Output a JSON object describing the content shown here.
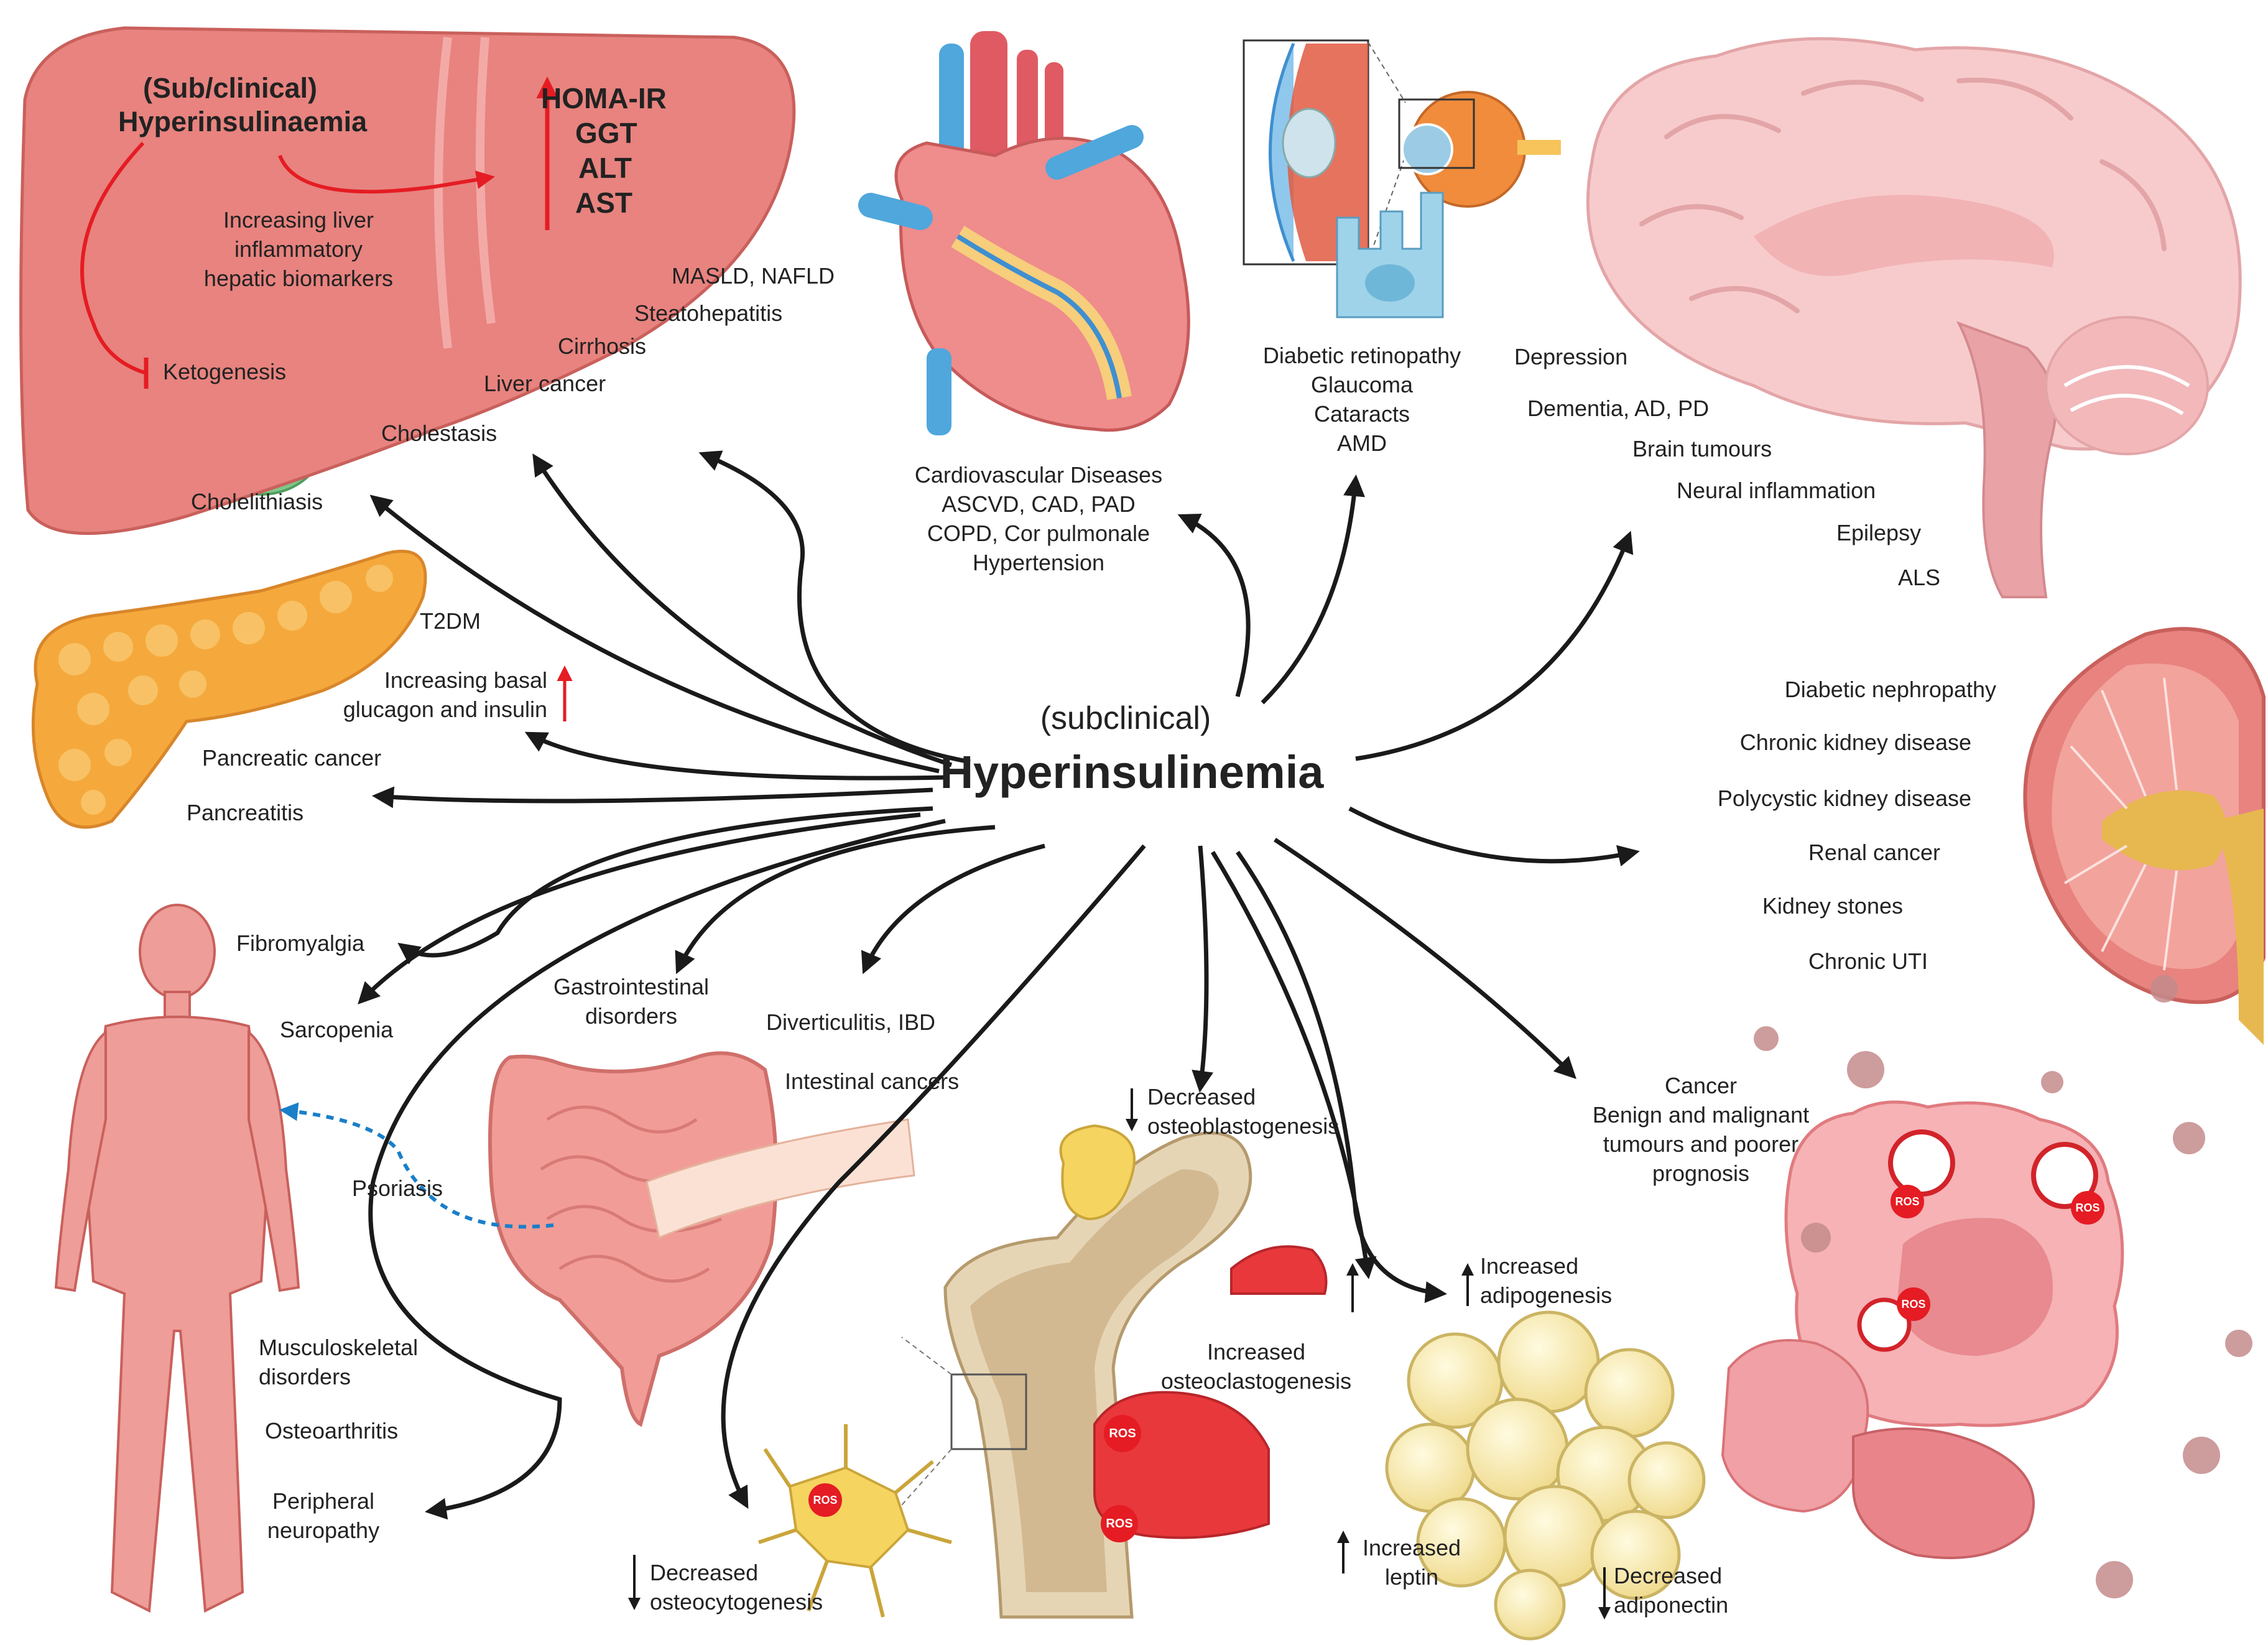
{
  "hub": {
    "qualifier": "(subclinical)",
    "title": "Hyperinsulinemia"
  },
  "liver": {
    "heading": [
      "(Sub/clinical)",
      "Hyperinsulinaemia"
    ],
    "markers": [
      "HOMA-IR",
      "GGT",
      "ALT",
      "AST"
    ],
    "effect": [
      "Increasing liver",
      "inflammatory",
      "hepatic biomarkers"
    ],
    "ketogenesis": "Ketogenesis",
    "conditions": [
      "MASLD, NAFLD",
      "Steatohepatitis",
      "Cirrhosis",
      "Liver cancer",
      "Cholestasis",
      "Cholelithiasis"
    ]
  },
  "heart": {
    "lines": [
      "Cardiovascular Diseases",
      "ASCVD, CAD, PAD",
      "COPD, Cor pulmonale",
      "Hypertension"
    ]
  },
  "eye": {
    "lines": [
      "Diabetic retinopathy",
      "Glaucoma",
      "Cataracts",
      "AMD"
    ]
  },
  "brain": {
    "conditions": [
      "Depression",
      "Dementia, AD, PD",
      "Brain tumours",
      "Neural inflammation",
      "Epilepsy",
      "ALS"
    ]
  },
  "pancreas": {
    "conditions": [
      "T2DM",
      "Pancreatic cancer",
      "Pancreatitis"
    ],
    "basal": [
      "Increasing basal",
      "glucagon and insulin"
    ]
  },
  "kidney": {
    "conditions": [
      "Diabetic nephropathy",
      "Chronic kidney disease",
      "Polycystic kidney disease",
      "Renal cancer",
      "Kidney stones",
      "Chronic UTI"
    ]
  },
  "musculo": {
    "fibromyalgia": "Fibromyalgia",
    "sarcopenia": "Sarcopenia",
    "psoriasis": "Psoriasis",
    "msk": [
      "Musculoskeletal",
      "disorders"
    ],
    "osteoarthritis": "Osteoarthritis",
    "neuropathy": [
      "Peripheral",
      "neuropathy"
    ]
  },
  "gut": {
    "gi": [
      "Gastrointestinal",
      "disorders"
    ],
    "diverticulitis": "Diverticulitis, IBD",
    "cancers": "Intestinal cancers"
  },
  "bone": {
    "osteoblast": [
      "Decreased",
      "osteoblastogenesis"
    ],
    "osteoclast": [
      "Increased",
      "osteoclastogenesis"
    ],
    "osteocyte": [
      "Decreased",
      "osteocytogenesis"
    ],
    "ros": "ROS"
  },
  "fat": {
    "adipogenesis": [
      "Increased",
      "adipogenesis"
    ],
    "leptin": [
      "Increased",
      "leptin"
    ],
    "adiponectin": [
      "Decreased",
      "adiponectin"
    ]
  },
  "cancer": {
    "lines": [
      "Cancer",
      "Benign and malignant",
      "tumours and poorer",
      "prognosis"
    ]
  },
  "colors": {
    "organ_red": "#e8837f",
    "pancreas": "#f5a93c",
    "arrow": "#1a1a1a",
    "highlight_red": "#e51c23",
    "dotted_blue": "#1a7fc9"
  }
}
